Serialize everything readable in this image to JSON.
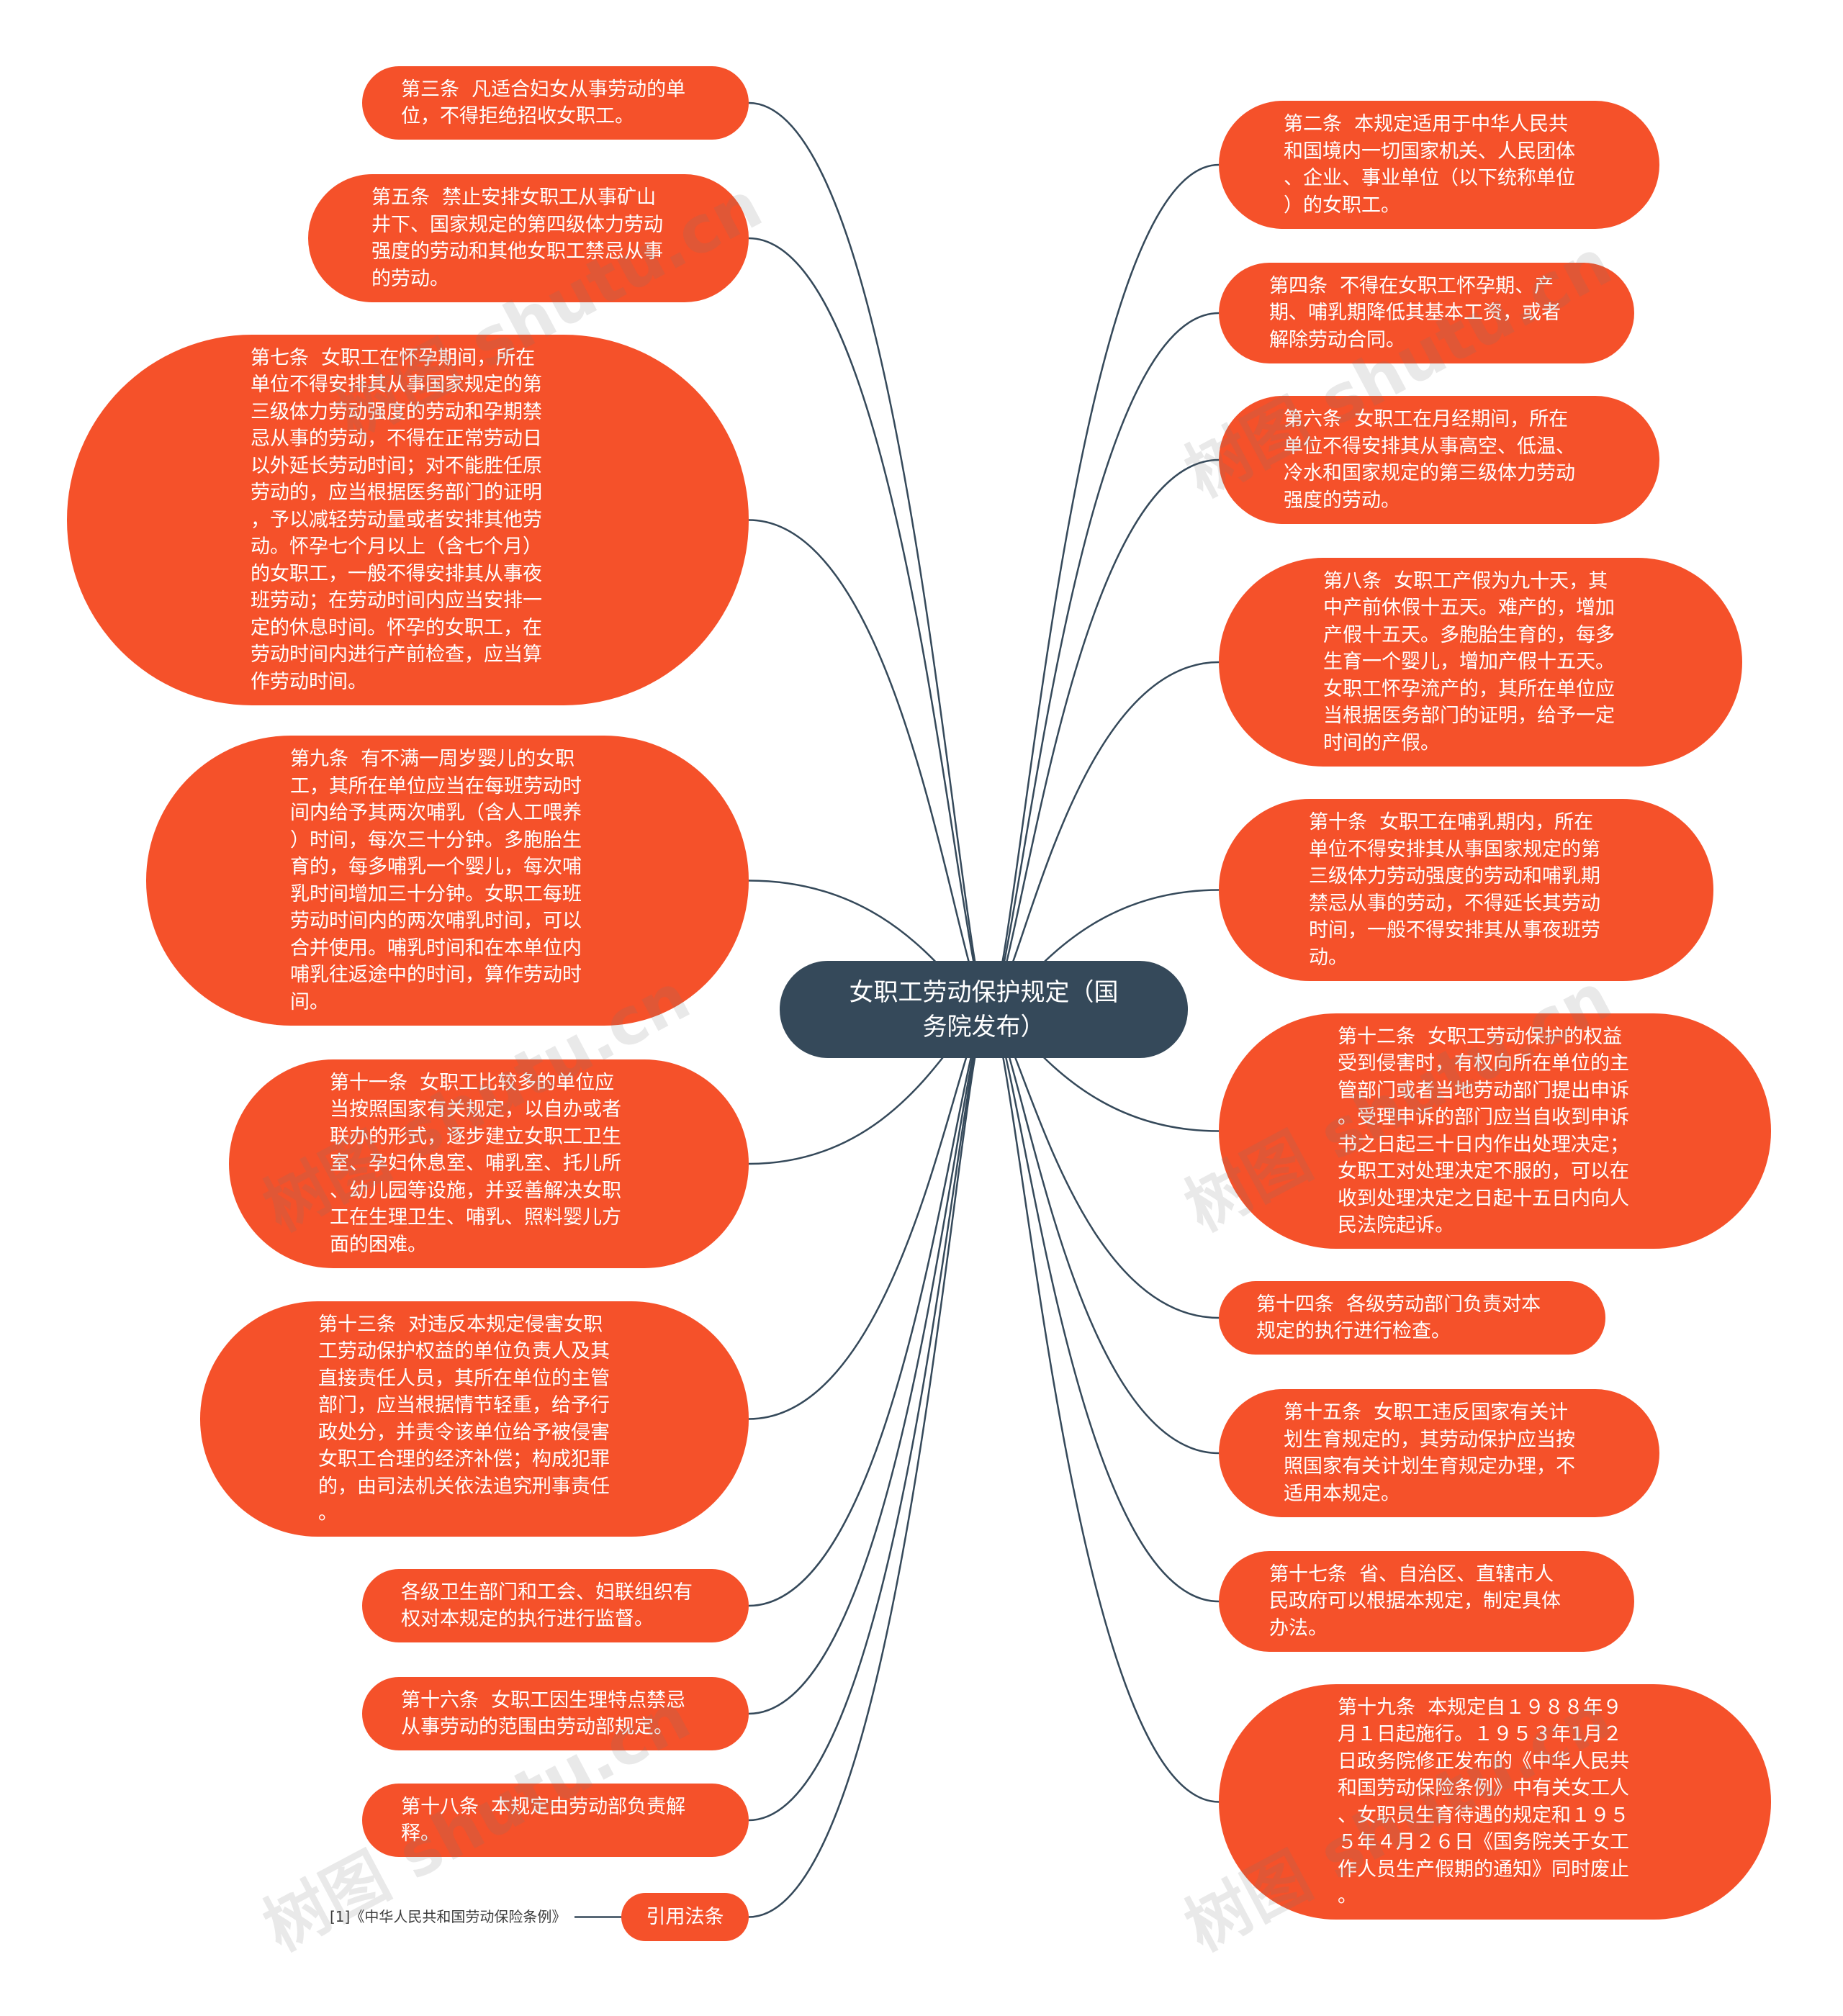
{
  "root": {
    "label": "女职工劳动保护规定（国\n务院发布）"
  },
  "left_nodes": [
    {
      "id": "art3",
      "text": "第三条  凡适合妇女从事劳动的单\n位，不得拒绝招收女职工。"
    },
    {
      "id": "art5",
      "text": "第五条  禁止安排女职工从事矿山\n井下、国家规定的第四级体力劳动\n强度的劳动和其他女职工禁忌从事\n的劳动。"
    },
    {
      "id": "art7",
      "text": "第七条  女职工在怀孕期间，所在\n单位不得安排其从事国家规定的第\n三级体力劳动强度的劳动和孕期禁\n忌从事的劳动，不得在正常劳动日\n以外延长劳动时间；对不能胜任原\n劳动的，应当根据医务部门的证明\n，予以减轻劳动量或者安排其他劳\n动。怀孕七个月以上（含七个月）\n的女职工，一般不得安排其从事夜\n班劳动；在劳动时间内应当安排一\n定的休息时间。怀孕的女职工，在\n劳动时间内进行产前检查，应当算\n作劳动时间。"
    },
    {
      "id": "art9",
      "text": "第九条  有不满一周岁婴儿的女职\n工，其所在单位应当在每班劳动时\n间内给予其两次哺乳（含人工喂养\n）时间，每次三十分钟。多胞胎生\n育的，每多哺乳一个婴儿，每次哺\n乳时间增加三十分钟。女职工每班\n劳动时间内的两次哺乳时间，可以\n合并使用。哺乳时间和在本单位内\n哺乳往返途中的时间，算作劳动时\n间。"
    },
    {
      "id": "art11",
      "text": "第十一条  女职工比较多的单位应\n当按照国家有关规定，以自办或者\n联办的形式，逐步建立女职工卫生\n室、孕妇休息室、哺乳室、托儿所\n、幼儿园等设施，并妥善解决女职\n工在生理卫生、哺乳、照料婴儿方\n面的困难。"
    },
    {
      "id": "art13",
      "text": "第十三条  对违反本规定侵害女职\n工劳动保护权益的单位负责人及其\n直接责任人员，其所在单位的主管\n部门，应当根据情节轻重，给予行\n政处分，并责令该单位给予被侵害\n女职工合理的经济补偿；构成犯罪\n的，由司法机关依法追究刑事责任\n。"
    },
    {
      "id": "health",
      "text": "各级卫生部门和工会、妇联组织有\n权对本规定的执行进行监督。"
    },
    {
      "id": "art16",
      "text": "第十六条  女职工因生理特点禁忌\n从事劳动的范围由劳动部规定。"
    },
    {
      "id": "art18",
      "text": "第十八条  本规定由劳动部负责解\n释。"
    },
    {
      "id": "ref",
      "text": "引用法条"
    }
  ],
  "right_nodes": [
    {
      "id": "art2",
      "text": "第二条  本规定适用于中华人民共\n和国境内一切国家机关、人民团体\n、企业、事业单位（以下统称单位\n）的女职工。"
    },
    {
      "id": "art4",
      "text": "第四条  不得在女职工怀孕期、产\n期、哺乳期降低其基本工资，或者\n解除劳动合同。"
    },
    {
      "id": "art6",
      "text": "第六条  女职工在月经期间，所在\n单位不得安排其从事高空、低温、\n冷水和国家规定的第三级体力劳动\n强度的劳动。"
    },
    {
      "id": "art8",
      "text": "第八条  女职工产假为九十天，其\n中产前休假十五天。难产的，增加\n产假十五天。多胞胎生育的，每多\n生育一个婴儿，增加产假十五天。\n女职工怀孕流产的，其所在单位应\n当根据医务部门的证明，给予一定\n时间的产假。"
    },
    {
      "id": "art10",
      "text": "第十条  女职工在哺乳期内，所在\n单位不得安排其从事国家规定的第\n三级体力劳动强度的劳动和哺乳期\n禁忌从事的劳动，不得延长其劳动\n时间，一般不得安排其从事夜班劳\n动。"
    },
    {
      "id": "art12",
      "text": "第十二条  女职工劳动保护的权益\n受到侵害时，有权向所在单位的主\n管部门或者当地劳动部门提出申诉\n。受理申诉的部门应当自收到申诉\n书之日起三十日内作出处理决定；\n女职工对处理决定不服的，可以在\n收到处理决定之日起十五日内向人\n民法院起诉。"
    },
    {
      "id": "art14",
      "text": "第十四条  各级劳动部门负责对本\n规定的执行进行检查。"
    },
    {
      "id": "art15",
      "text": "第十五条  女职工违反国家有关计\n划生育规定的，其劳动保护应当按\n照国家有关计划生育规定办理，不\n适用本规定。"
    },
    {
      "id": "art17",
      "text": "第十七条  省、自治区、直辖市人\n民政府可以根据本规定，制定具体\n办法。"
    },
    {
      "id": "art19",
      "text": "第十九条  本规定自１９８８年９\n月１日起施行。１９５３年1月２\n日政务院修正发布的《中华人民共\n和国劳动保险条例》中有关女工人\n、女职员生育待遇的规定和１９５\n５年４月２６日《国务院关于女工\n作人员生产假期的通知》同时废止\n。"
    }
  ],
  "citation": {
    "text": "[1]《中华人民共和国劳动保险条例》"
  },
  "watermark": {
    "text": "树图 shutu.cn"
  },
  "colors": {
    "node_fill": "#f5512a",
    "root_fill": "#35495a",
    "line": "#35495a",
    "text": "#ffffff"
  }
}
